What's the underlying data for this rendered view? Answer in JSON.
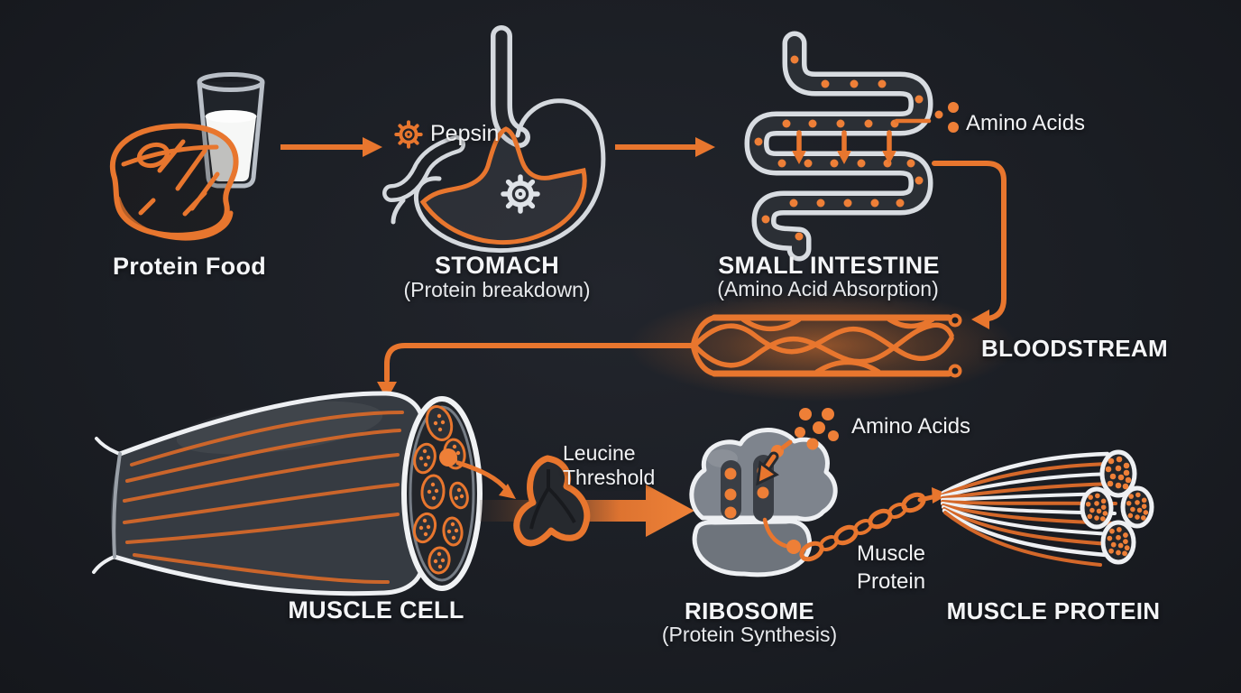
{
  "colors": {
    "background": "#1b1e24",
    "accent_orange": "#e8762e",
    "dot_orange": "#ee7f37",
    "text_primary": "#f4f5f7",
    "text_secondary": "#e7e9ec",
    "outline_white": "#eef0f3",
    "tube_gray": "#d8dce1"
  },
  "stages": {
    "protein_food": {
      "label": "Protein Food"
    },
    "stomach": {
      "label": "STOMACH",
      "sublabel": "(Protein breakdown)",
      "enzyme_label": "Pepsin"
    },
    "small_intestine": {
      "label": "SMALL INTESTINE",
      "sublabel": "(Amino Acid Absorption)",
      "callout": "Amino Acids"
    },
    "bloodstream": {
      "label": "BLOODSTREAM"
    },
    "muscle_cell": {
      "label": "MUSCLE CELL"
    },
    "leucine": {
      "label": "Leucine Threshold"
    },
    "ribosome": {
      "label": "RIBOSOME",
      "sublabel": "(Protein Synthesis)",
      "callout": "Amino Acids",
      "chain_label": "Muscle Protein"
    },
    "muscle_protein": {
      "label": "MUSCLE PROTEIN"
    }
  },
  "icons": {
    "pepsin_gear": "gear",
    "stomach_gear": "gear"
  }
}
